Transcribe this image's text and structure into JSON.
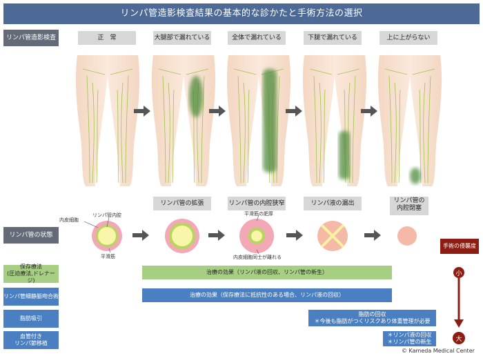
{
  "title": "リンパ管造影検査結果の基本的な診かたと手術方法の選択",
  "lymphography_label": "リンパ管造影検査",
  "stages": [
    "正　常",
    "大腿部で漏れている",
    "全体で漏れている",
    "下腿で漏れている",
    "上に上がらない"
  ],
  "vessel_state_label": "リンパ管の状態",
  "states": [
    "リンパ管の拡張",
    "リンパ管の内腔狭窄",
    "リンパ液の漏出",
    "リンパ管の\n内腔閉塞"
  ],
  "annotations": {
    "endothelial": "内皮細胞",
    "lumen": "リンパ管内腔",
    "smooth_muscle": "平滑筋",
    "smooth_muscle_hyper": "平滑筋の肥厚",
    "endothelial_separated": "内皮細胞同士が離れる"
  },
  "invasiveness_label": "手術の侵襲度",
  "invasiveness_small": "小",
  "invasiveness_large": "大",
  "treatments": [
    {
      "label": "保存療法\n(圧迫療法,ドレナージ)",
      "effect": "治療の効果（リンパ液の回収、リンパ管の新生）"
    },
    {
      "label": "リンパ管細静脈吻合術",
      "effect": "治療の効果（保存療法に抵抗性のある場合、リンパ液の回収）"
    },
    {
      "label": "脂肪吸引",
      "effect": "脂肪の回収\n＊今後も脂肪がつくリスクあり体重管理が必要"
    },
    {
      "label": "血管付き\nリンパ節移植",
      "effect": "＊リンパ液の回収\n＊リンパ管の新生"
    }
  ],
  "copyright": "© Kameda Medical Center",
  "colors": {
    "title_bg": "#4d6a96",
    "row_label_bg": "#636b78",
    "conservative": "#a6cf84",
    "surgical": "#4a80c1",
    "arrow_red": "#8c1d12",
    "leak": "#4e8a3a"
  }
}
